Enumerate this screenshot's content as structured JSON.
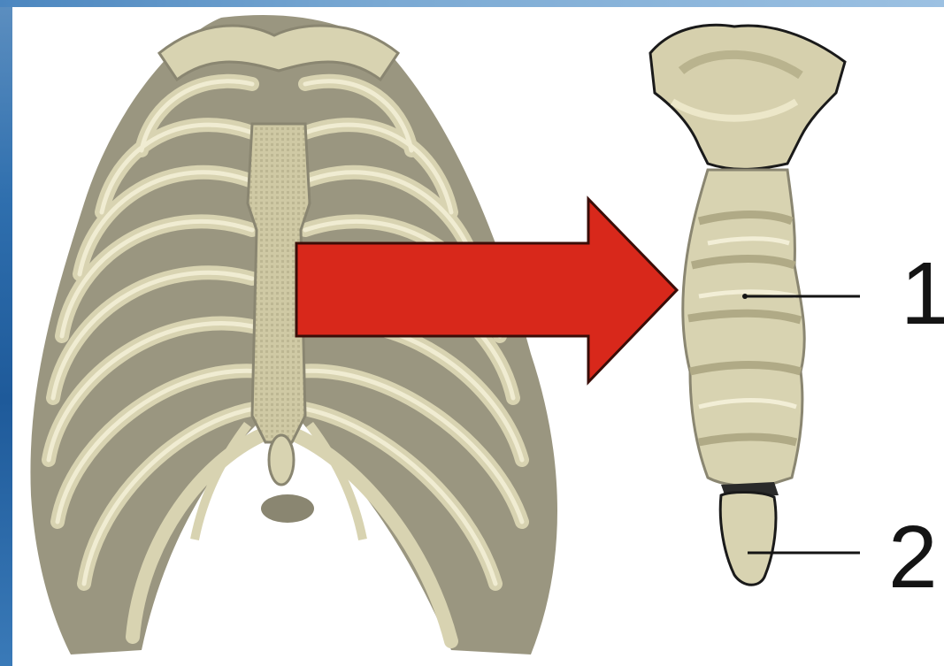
{
  "labels": {
    "label_1": "1",
    "label_2": "2"
  },
  "colors": {
    "bone_light": "#d8d3b1",
    "bone_mid": "#b9b38e",
    "bone_shadow": "#8a8671",
    "arrow_red": "#d8281b",
    "text": "#141414",
    "edge_blue": "#2f6fae"
  },
  "icons": {
    "rib_cage": "rib-cage-illustration",
    "sternum": "sternum-illustration",
    "arrow": "right-arrow"
  }
}
